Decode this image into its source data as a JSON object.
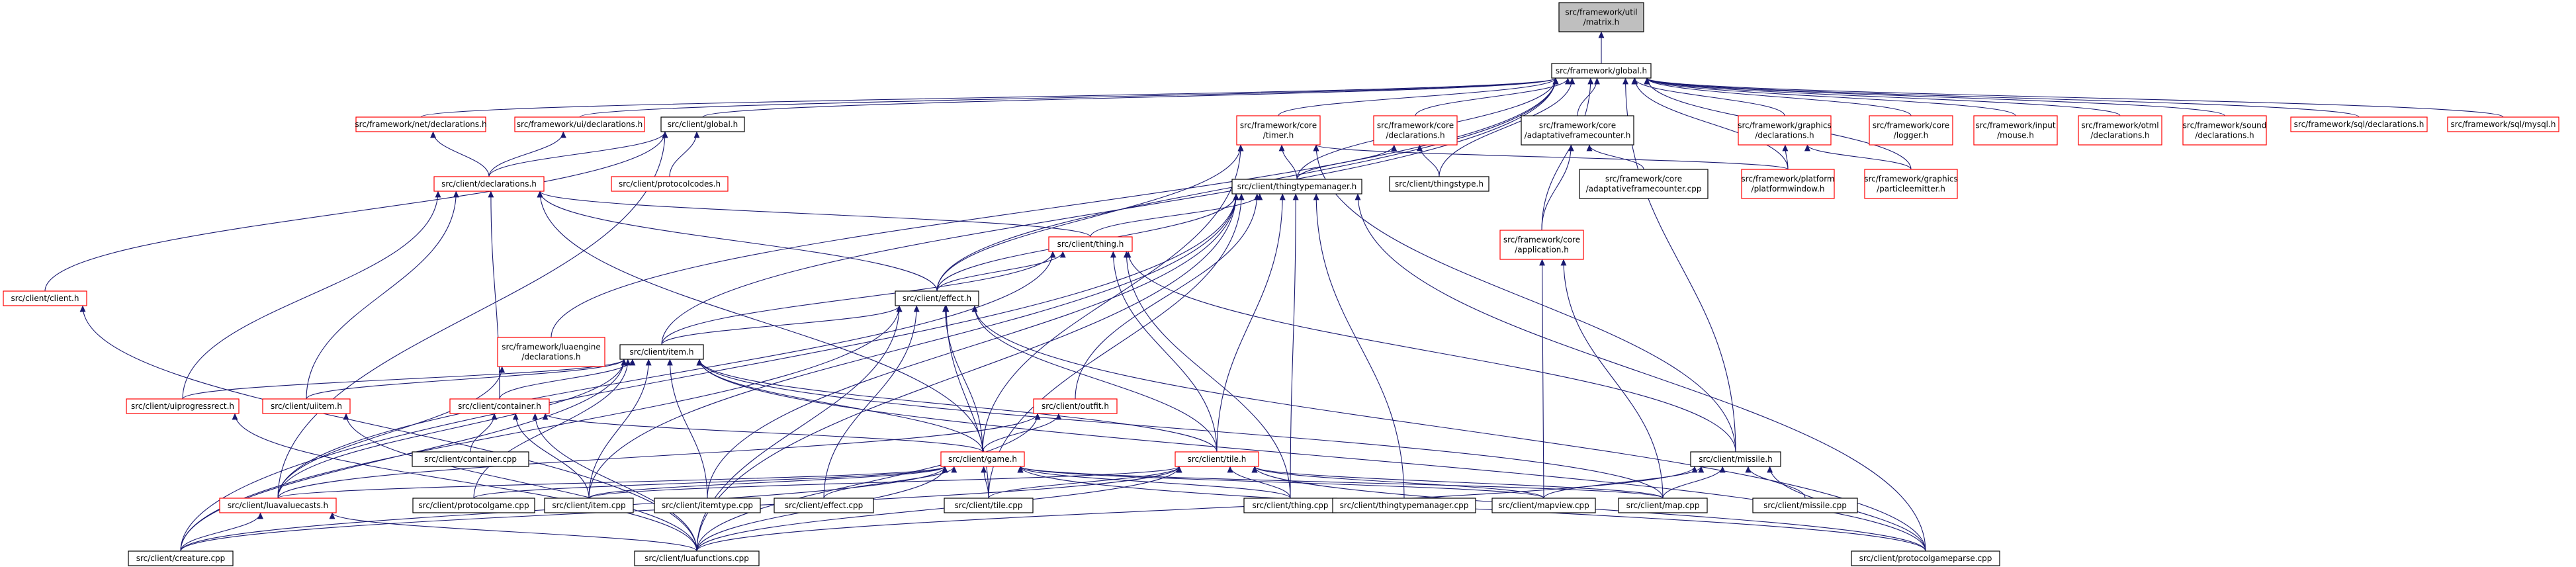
{
  "nodes": [
    {
      "id": "matrix",
      "lines": [
        "src/framework/util",
        "/matrix.h"
      ],
      "color": "gray"
    },
    {
      "id": "global_fw",
      "lines": [
        "src/framework/global.h"
      ],
      "color": "black"
    },
    {
      "id": "net_decl",
      "lines": [
        "src/framework/net/declarations.h"
      ],
      "color": "red"
    },
    {
      "id": "ui_decl",
      "lines": [
        "src/framework/ui/declarations.h"
      ],
      "color": "red"
    },
    {
      "id": "client_global",
      "lines": [
        "src/client/global.h"
      ],
      "color": "black"
    },
    {
      "id": "core_timer",
      "lines": [
        "src/framework/core",
        "/timer.h"
      ],
      "color": "red"
    },
    {
      "id": "core_decl",
      "lines": [
        "src/framework/core",
        "/declarations.h"
      ],
      "color": "red"
    },
    {
      "id": "adaptive_h",
      "lines": [
        "src/framework/core",
        "/adaptativeframecounter.h"
      ],
      "color": "black"
    },
    {
      "id": "gfx_decl",
      "lines": [
        "src/framework/graphics",
        "/declarations.h"
      ],
      "color": "red"
    },
    {
      "id": "core_logger",
      "lines": [
        "src/framework/core",
        "/logger.h"
      ],
      "color": "red"
    },
    {
      "id": "input_mouse",
      "lines": [
        "src/framework/input",
        "/mouse.h"
      ],
      "color": "red"
    },
    {
      "id": "otml_decl",
      "lines": [
        "src/framework/otml",
        "/declarations.h"
      ],
      "color": "red"
    },
    {
      "id": "sound_decl",
      "lines": [
        "src/framework/sound",
        "/declarations.h"
      ],
      "color": "red"
    },
    {
      "id": "sql_decl",
      "lines": [
        "src/framework/sql/declarations.h"
      ],
      "color": "red"
    },
    {
      "id": "sql_mysql",
      "lines": [
        "src/framework/sql/mysql.h"
      ],
      "color": "red"
    },
    {
      "id": "client_decl",
      "lines": [
        "src/client/declarations.h"
      ],
      "color": "red"
    },
    {
      "id": "protocolcodes",
      "lines": [
        "src/client/protocolcodes.h"
      ],
      "color": "red"
    },
    {
      "id": "thingstype",
      "lines": [
        "src/client/thingstype.h"
      ],
      "color": "black"
    },
    {
      "id": "adaptive_cpp",
      "lines": [
        "src/framework/core",
        "/adaptativeframecounter.cpp"
      ],
      "color": "black"
    },
    {
      "id": "platformwindow",
      "lines": [
        "src/framework/platform",
        "/platformwindow.h"
      ],
      "color": "red"
    },
    {
      "id": "particleemitter",
      "lines": [
        "src/framework/graphics",
        "/particleemitter.h"
      ],
      "color": "red"
    },
    {
      "id": "thingtypemanager",
      "lines": [
        "src/client/thingtypemanager.h"
      ],
      "color": "black"
    },
    {
      "id": "thing_h",
      "lines": [
        "src/client/thing.h"
      ],
      "color": "red"
    },
    {
      "id": "core_app",
      "lines": [
        "src/framework/core",
        "/application.h"
      ],
      "color": "red"
    },
    {
      "id": "client_h",
      "lines": [
        "src/client/client.h"
      ],
      "color": "red"
    },
    {
      "id": "effect_h",
      "lines": [
        "src/client/effect.h"
      ],
      "color": "black"
    },
    {
      "id": "luaengine_decl",
      "lines": [
        "src/framework/luaengine",
        "/declarations.h"
      ],
      "color": "red"
    },
    {
      "id": "item_h",
      "lines": [
        "src/client/item.h"
      ],
      "color": "black"
    },
    {
      "id": "uiprogressrect",
      "lines": [
        "src/client/uiprogressrect.h"
      ],
      "color": "red"
    },
    {
      "id": "uiitem",
      "lines": [
        "src/client/uiitem.h"
      ],
      "color": "red"
    },
    {
      "id": "container_h",
      "lines": [
        "src/client/container.h"
      ],
      "color": "red"
    },
    {
      "id": "outfit_h",
      "lines": [
        "src/client/outfit.h"
      ],
      "color": "red"
    },
    {
      "id": "container_cpp",
      "lines": [
        "src/client/container.cpp"
      ],
      "color": "black"
    },
    {
      "id": "game_h",
      "lines": [
        "src/client/game.h"
      ],
      "color": "red"
    },
    {
      "id": "tile_h",
      "lines": [
        "src/client/tile.h"
      ],
      "color": "red"
    },
    {
      "id": "missile_h",
      "lines": [
        "src/client/missile.h"
      ],
      "color": "black"
    },
    {
      "id": "luavaluecasts",
      "lines": [
        "src/client/luavaluecasts.h"
      ],
      "color": "red"
    },
    {
      "id": "protocolgame",
      "lines": [
        "src/client/protocolgame.cpp"
      ],
      "color": "black"
    },
    {
      "id": "item_cpp",
      "lines": [
        "src/client/item.cpp"
      ],
      "color": "black"
    },
    {
      "id": "itemtype_cpp",
      "lines": [
        "src/client/itemtype.cpp"
      ],
      "color": "black"
    },
    {
      "id": "effect_cpp",
      "lines": [
        "src/client/effect.cpp"
      ],
      "color": "black"
    },
    {
      "id": "tile_cpp",
      "lines": [
        "src/client/tile.cpp"
      ],
      "color": "black"
    },
    {
      "id": "thing_cpp",
      "lines": [
        "src/client/thing.cpp"
      ],
      "color": "black"
    },
    {
      "id": "thingtypemanager_cpp",
      "lines": [
        "src/client/thingtypemanager.cpp"
      ],
      "color": "black"
    },
    {
      "id": "mapview_cpp",
      "lines": [
        "src/client/mapview.cpp"
      ],
      "color": "black"
    },
    {
      "id": "map_cpp",
      "lines": [
        "src/client/map.cpp"
      ],
      "color": "black"
    },
    {
      "id": "missile_cpp",
      "lines": [
        "src/client/missile.cpp"
      ],
      "color": "black"
    },
    {
      "id": "creature_cpp",
      "lines": [
        "src/client/creature.cpp"
      ],
      "color": "black"
    },
    {
      "id": "luafunctions_cpp",
      "lines": [
        "src/client/luafunctions.cpp"
      ],
      "color": "black"
    },
    {
      "id": "protocolgameparse",
      "lines": [
        "src/client/protocolgameparse.cpp"
      ],
      "color": "black"
    }
  ],
  "edges": [
    [
      "global_fw",
      "matrix"
    ],
    [
      "net_decl",
      "global_fw"
    ],
    [
      "ui_decl",
      "global_fw"
    ],
    [
      "client_global",
      "global_fw"
    ],
    [
      "core_timer",
      "global_fw"
    ],
    [
      "core_decl",
      "global_fw"
    ],
    [
      "adaptive_h",
      "global_fw"
    ],
    [
      "gfx_decl",
      "global_fw"
    ],
    [
      "core_logger",
      "global_fw"
    ],
    [
      "input_mouse",
      "global_fw"
    ],
    [
      "otml_decl",
      "global_fw"
    ],
    [
      "sound_decl",
      "global_fw"
    ],
    [
      "sql_decl",
      "global_fw"
    ],
    [
      "sql_mysql",
      "global_fw"
    ],
    [
      "thingstype",
      "global_fw"
    ],
    [
      "platformwindow",
      "global_fw"
    ],
    [
      "particleemitter",
      "global_fw"
    ],
    [
      "thingtypemanager",
      "global_fw"
    ],
    [
      "core_app",
      "global_fw"
    ],
    [
      "effect_h",
      "global_fw"
    ],
    [
      "item_h",
      "global_fw"
    ],
    [
      "missile_h",
      "global_fw"
    ],
    [
      "luaengine_decl",
      "global_fw"
    ],
    [
      "client_decl",
      "net_decl"
    ],
    [
      "client_decl",
      "ui_decl"
    ],
    [
      "client_decl",
      "client_global"
    ],
    [
      "protocolcodes",
      "client_global"
    ],
    [
      "client_h",
      "client_global"
    ],
    [
      "luavaluecasts",
      "client_global"
    ],
    [
      "thingstype",
      "core_decl"
    ],
    [
      "thingtypemanager",
      "core_decl"
    ],
    [
      "adaptive_cpp",
      "adaptive_h"
    ],
    [
      "core_app",
      "adaptive_h"
    ],
    [
      "platformwindow",
      "gfx_decl"
    ],
    [
      "particleemitter",
      "gfx_decl"
    ],
    [
      "thingtypemanager",
      "core_timer"
    ],
    [
      "effect_h",
      "core_timer"
    ],
    [
      "game_h",
      "core_timer"
    ],
    [
      "missile_h",
      "core_timer"
    ],
    [
      "platformwindow",
      "core_timer"
    ],
    [
      "thing_h",
      "client_decl"
    ],
    [
      "effect_h",
      "client_decl"
    ],
    [
      "uiprogressrect",
      "client_decl"
    ],
    [
      "uiitem",
      "client_decl"
    ],
    [
      "container_h",
      "client_decl"
    ],
    [
      "game_h",
      "client_decl"
    ],
    [
      "thing_h",
      "thingtypemanager"
    ],
    [
      "effect_h",
      "thingtypemanager"
    ],
    [
      "outfit_h",
      "thingtypemanager"
    ],
    [
      "tile_h",
      "thingtypemanager"
    ],
    [
      "creature_cpp",
      "thingtypemanager"
    ],
    [
      "item_cpp",
      "thingtypemanager"
    ],
    [
      "itemtype_cpp",
      "thingtypemanager"
    ],
    [
      "thing_cpp",
      "thingtypemanager"
    ],
    [
      "thingtypemanager_cpp",
      "thingtypemanager"
    ],
    [
      "luafunctions_cpp",
      "thingtypemanager"
    ],
    [
      "protocolgameparse",
      "thingtypemanager"
    ],
    [
      "tile_cpp",
      "thingtypemanager"
    ],
    [
      "effect_h",
      "thing_h"
    ],
    [
      "item_h",
      "thing_h"
    ],
    [
      "tile_h",
      "thing_h"
    ],
    [
      "thing_cpp",
      "thing_h"
    ],
    [
      "missile_h",
      "thing_h"
    ],
    [
      "luavaluecasts",
      "thing_h"
    ],
    [
      "item_h",
      "effect_h"
    ],
    [
      "game_h",
      "effect_h"
    ],
    [
      "tile_h",
      "effect_h"
    ],
    [
      "effect_cpp",
      "effect_h"
    ],
    [
      "tile_cpp",
      "effect_h"
    ],
    [
      "luafunctions_cpp",
      "effect_h"
    ],
    [
      "protocolgameparse",
      "effect_h"
    ],
    [
      "creature_cpp",
      "effect_h"
    ],
    [
      "uiprogressrect",
      "item_h"
    ],
    [
      "uiitem",
      "item_h"
    ],
    [
      "container_h",
      "item_h"
    ],
    [
      "game_h",
      "item_h"
    ],
    [
      "tile_h",
      "item_h"
    ],
    [
      "item_cpp",
      "item_h"
    ],
    [
      "itemtype_cpp",
      "item_h"
    ],
    [
      "protocolgame",
      "item_h"
    ],
    [
      "luavaluecasts",
      "item_h"
    ],
    [
      "creature_cpp",
      "item_h"
    ],
    [
      "map_cpp",
      "item_h"
    ],
    [
      "protocolgameparse",
      "item_h"
    ],
    [
      "mapview_cpp",
      "core_app"
    ],
    [
      "map_cpp",
      "core_app"
    ],
    [
      "luafunctions_cpp",
      "client_h"
    ],
    [
      "luavaluecasts",
      "luaengine_decl"
    ],
    [
      "container_cpp",
      "container_h"
    ],
    [
      "game_h",
      "container_h"
    ],
    [
      "item_cpp",
      "container_h"
    ],
    [
      "luafunctions_cpp",
      "container_h"
    ],
    [
      "game_h",
      "outfit_h"
    ],
    [
      "luafunctions_cpp",
      "outfit_h"
    ],
    [
      "luavaluecasts",
      "outfit_h"
    ],
    [
      "luafunctions_cpp",
      "uiprogressrect"
    ],
    [
      "luafunctions_cpp",
      "uiitem"
    ],
    [
      "protocolgame",
      "game_h"
    ],
    [
      "item_cpp",
      "game_h"
    ],
    [
      "effect_cpp",
      "game_h"
    ],
    [
      "tile_cpp",
      "game_h"
    ],
    [
      "thing_cpp",
      "game_h"
    ],
    [
      "creature_cpp",
      "game_h"
    ],
    [
      "luafunctions_cpp",
      "game_h"
    ],
    [
      "map_cpp",
      "game_h"
    ],
    [
      "protocolgameparse",
      "game_h"
    ],
    [
      "luavaluecasts",
      "game_h"
    ],
    [
      "mapview_cpp",
      "game_h"
    ],
    [
      "tile_cpp",
      "tile_h"
    ],
    [
      "thing_cpp",
      "tile_h"
    ],
    [
      "mapview_cpp",
      "tile_h"
    ],
    [
      "map_cpp",
      "tile_h"
    ],
    [
      "creature_cpp",
      "tile_h"
    ],
    [
      "luafunctions_cpp",
      "tile_h"
    ],
    [
      "protocolgameparse",
      "tile_h"
    ],
    [
      "item_cpp",
      "tile_h"
    ],
    [
      "missile_cpp",
      "missile_h"
    ],
    [
      "map_cpp",
      "missile_h"
    ],
    [
      "mapview_cpp",
      "missile_h"
    ],
    [
      "protocolgameparse",
      "missile_h"
    ],
    [
      "luafunctions_cpp",
      "missile_h"
    ],
    [
      "creature_cpp",
      "luavaluecasts"
    ],
    [
      "luafunctions_cpp",
      "luavaluecasts"
    ]
  ]
}
